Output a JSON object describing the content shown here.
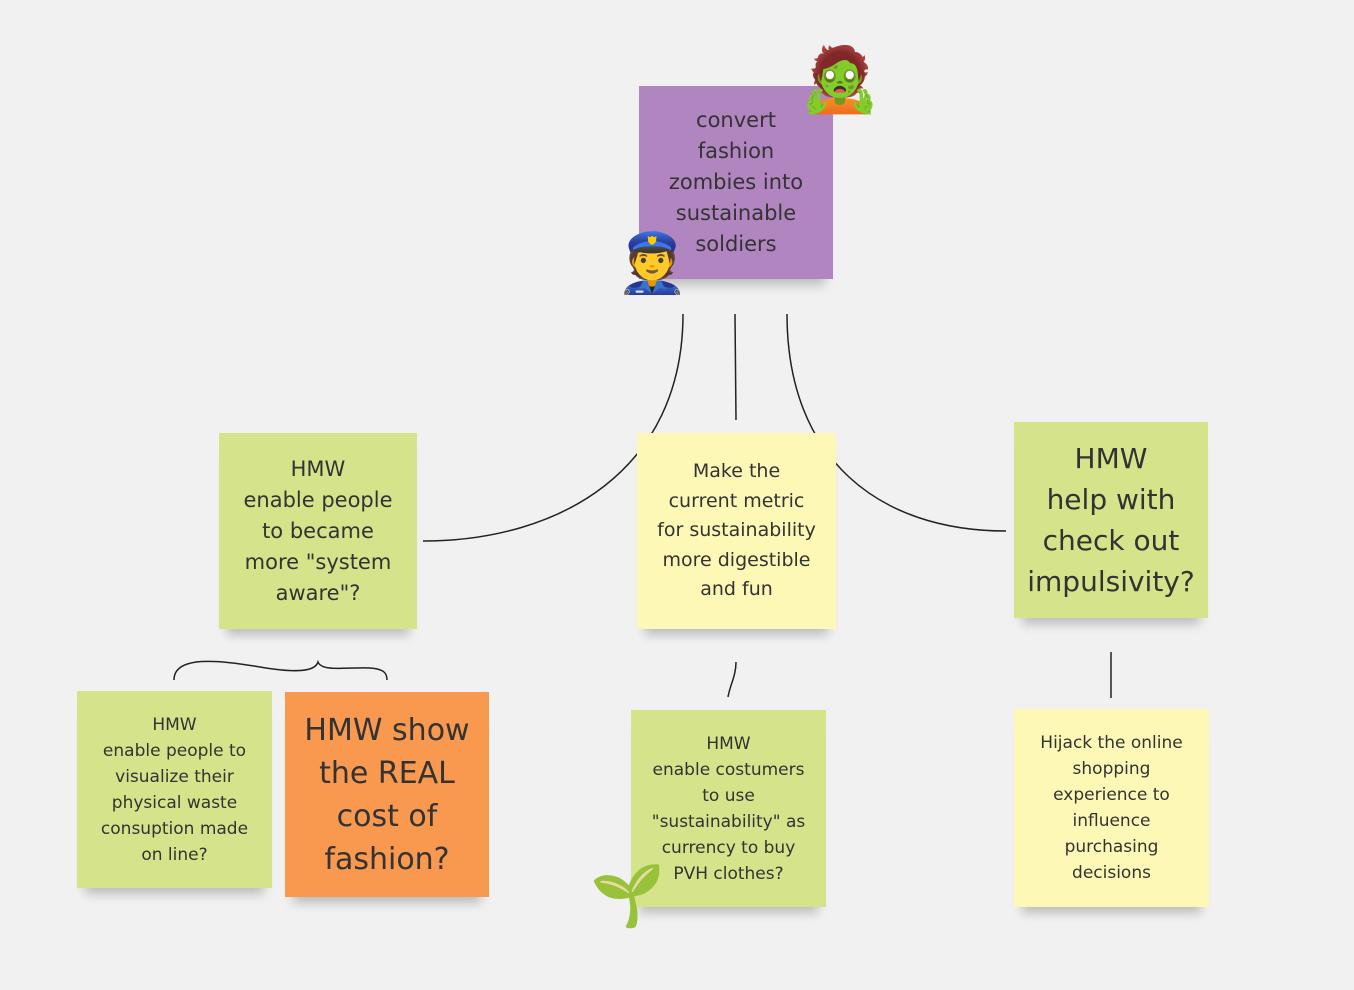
{
  "colors": {
    "background": "#f1f1f1",
    "green_sticky": "#d5e38a",
    "yellow_sticky": "#fdf8b6",
    "purple_sticky": "#b185bf",
    "orange_sticky": "#f8994f",
    "connector": "#222222"
  },
  "stickies": {
    "root": "convert\nfashion\nzombies into\nsustainable\nsoldiers",
    "left": "HMW\nenable people\nto became\nmore \"system\naware\"?",
    "center": "Make the\ncurrent metric\nfor sustainability\nmore digestible\nand fun",
    "right": "HMW\nhelp with\ncheck out\nimpulsivity?",
    "left_child_a": "HMW\nenable people to\nvisualize their\nphysical waste\nconsuption made\non line?",
    "left_child_b": "HMW show\nthe REAL\ncost of\nfashion?",
    "center_child": "HMW\nenable costumers\nto use\n\"sustainability\" as\ncurrency to buy\nPVH clothes?",
    "right_child": "Hijack the online\nshopping\nexperience to\ninfluence\npurchasing\ndecisions"
  },
  "icons": {
    "zombie": "🧟",
    "police_officer": "👮",
    "seedling": "🌱"
  }
}
